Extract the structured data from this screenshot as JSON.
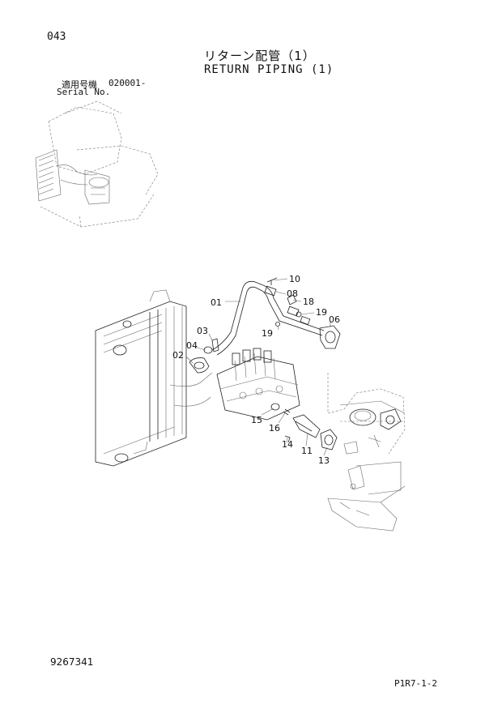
{
  "header": {
    "page_number": "043",
    "title_jp": "リターン配管（1）",
    "title_en": "RETURN PIPING (1)"
  },
  "serial": {
    "label_jp": "適用号機",
    "value": "020001-",
    "label_en": "Serial No."
  },
  "callouts": {
    "c10": "10",
    "c08": "08",
    "c01": "01",
    "c18": "18",
    "c19a": "19",
    "c06": "06",
    "c03": "03",
    "c19b": "19",
    "c04": "04",
    "c02": "02",
    "c15": "15",
    "c16": "16",
    "c14": "14",
    "c11": "11",
    "c13": "13"
  },
  "footer": {
    "doc_number": "9267341",
    "page_code": "P1R7-1-2"
  }
}
